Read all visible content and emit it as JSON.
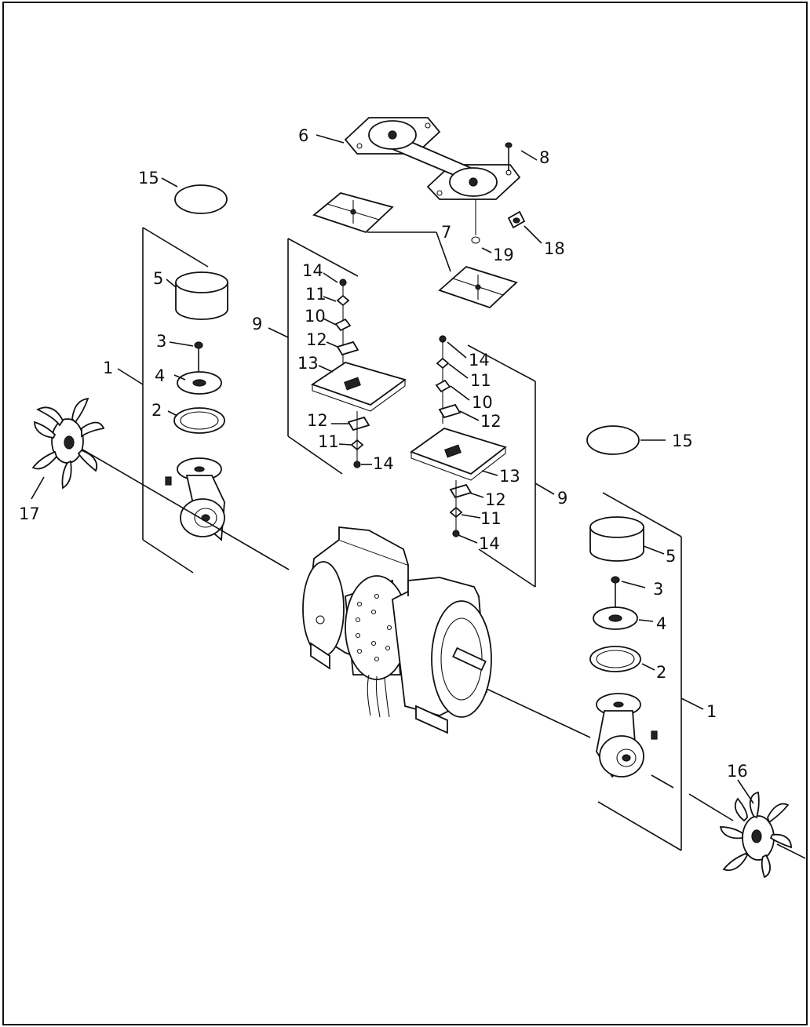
{
  "diagram": {
    "callouts": {
      "c1_left": "1",
      "c1_right": "1",
      "c2_left": "2",
      "c2_right": "2",
      "c3_left": "3",
      "c3_right": "3",
      "c4_left": "4",
      "c4_right": "4",
      "c5_left": "5",
      "c5_right": "5",
      "c6": "6",
      "c7": "7",
      "c8": "8",
      "c9_left": "9",
      "c9_right": "9",
      "c10_left": "10",
      "c10_right": "10",
      "c11_left_top": "11",
      "c11_left_bot": "11",
      "c11_right_top": "11",
      "c11_right_bot": "11",
      "c12_left_top": "12",
      "c12_left_bot": "12",
      "c12_right_top": "12",
      "c12_right_bot": "12",
      "c13_left": "13",
      "c13_right": "13",
      "c14_left_top": "14",
      "c14_left_bot": "14",
      "c14_right_top": "14",
      "c14_right_bot": "14",
      "c15_left": "15",
      "c15_right": "15",
      "c16": "16",
      "c17": "17",
      "c18": "18",
      "c19": "19"
    }
  }
}
